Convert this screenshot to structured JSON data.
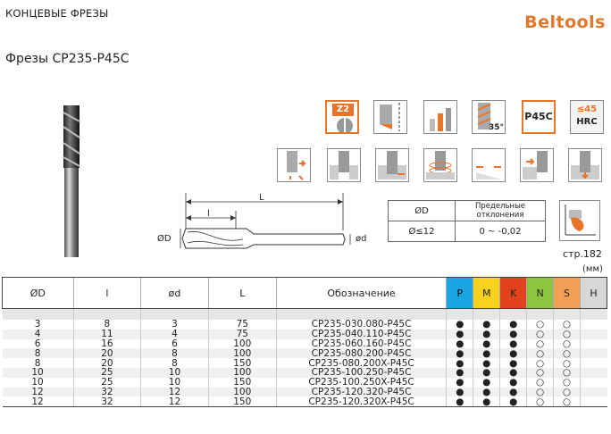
{
  "header": {
    "section": "КОНЦЕВЫЕ ФРЕЗЫ",
    "brand_a": "Bel",
    "brand_b": "tools"
  },
  "title": "Фрезы CP235-P45C",
  "icons_row1": [
    {
      "name": "z2-flutes-icon",
      "text": "Z2"
    },
    {
      "name": "center-cutting-icon",
      "text": ""
    },
    {
      "name": "feed-steps-icon",
      "text": ""
    },
    {
      "name": "helix-angle-icon",
      "text": "35°"
    },
    {
      "name": "coating-p45c-icon",
      "text": "P45C"
    },
    {
      "name": "hardness-icon",
      "text": "≤45",
      "text2": "HRC"
    }
  ],
  "icons_row2": [
    "side-milling-icon",
    "slotting-icon",
    "plunge-icon",
    "helical-interp-icon",
    "ramping-icon",
    "profile-icon",
    "drilling-icon"
  ],
  "drawing": {
    "L": "L",
    "l": "l",
    "D": "ØD",
    "d": "ød"
  },
  "tolerance": {
    "h1": "ØD",
    "h2": "Предельные отклонения",
    "v1": "Ø≤12",
    "v2": "0 ~ -0,02"
  },
  "page_ref": "стр.182",
  "unit": "(мм)",
  "table": {
    "headers": [
      "ØD",
      "l",
      "ød",
      "L",
      "Обозначение",
      "P",
      "M",
      "K",
      "N",
      "S",
      "H"
    ],
    "rows": [
      [
        "3",
        "8",
        "3",
        "75",
        "CP235-030.080-P45C",
        "●",
        "●",
        "●",
        "○",
        "○",
        ""
      ],
      [
        "4",
        "11",
        "4",
        "75",
        "CP235-040.110-P45C",
        "●",
        "●",
        "●",
        "○",
        "○",
        ""
      ],
      [
        "6",
        "16",
        "6",
        "100",
        "CP235-060.160-P45C",
        "●",
        "●",
        "●",
        "○",
        "○",
        ""
      ],
      [
        "8",
        "20",
        "8",
        "100",
        "CP235-080.200-P45C",
        "●",
        "●",
        "●",
        "○",
        "○",
        ""
      ],
      [
        "8",
        "20",
        "8",
        "150",
        "CP235-080.200X-P45C",
        "●",
        "●",
        "●",
        "○",
        "○",
        ""
      ],
      [
        "10",
        "25",
        "10",
        "100",
        "CP235-100.250-P45C",
        "●",
        "●",
        "●",
        "○",
        "○",
        ""
      ],
      [
        "10",
        "25",
        "10",
        "150",
        "CP235-100.250X-P45C",
        "●",
        "●",
        "●",
        "○",
        "○",
        ""
      ],
      [
        "12",
        "32",
        "12",
        "100",
        "CP235-120.320-P45C",
        "●",
        "●",
        "●",
        "○",
        "○",
        ""
      ],
      [
        "12",
        "32",
        "12",
        "150",
        "CP235-120.320X-P45C",
        "●",
        "●",
        "●",
        "○",
        "○",
        ""
      ]
    ]
  },
  "colors": {
    "P": "#1aa6e3",
    "M": "#f8d21c",
    "K": "#e2421c",
    "N": "#8cc63e",
    "S": "#f2a056",
    "H": "#d7d7d7",
    "accent": "#e8742a"
  }
}
